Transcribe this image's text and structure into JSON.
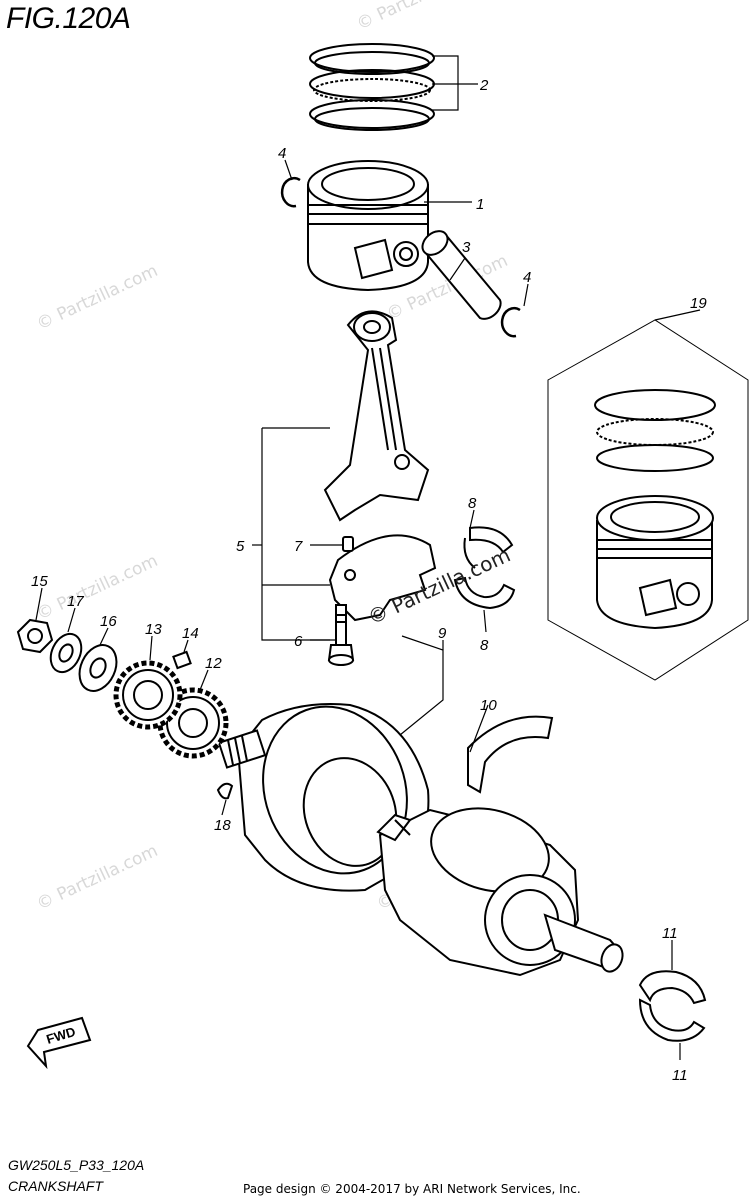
{
  "figure": {
    "title": "FIG.120A",
    "code": "GW250L5_P33_120A",
    "name": "CRANKSHAFT"
  },
  "copyright": "Page design © 2004-2017 by ARI Network Services, Inc.",
  "watermark": {
    "text": "© Partzilla.com"
  },
  "direction_label": "FWD",
  "callouts": [
    "1",
    "2",
    "3",
    "4",
    "4",
    "5",
    "6",
    "7",
    "8",
    "8",
    "9",
    "10",
    "11",
    "11",
    "12",
    "13",
    "14",
    "15",
    "16",
    "17",
    "18",
    "19"
  ]
}
